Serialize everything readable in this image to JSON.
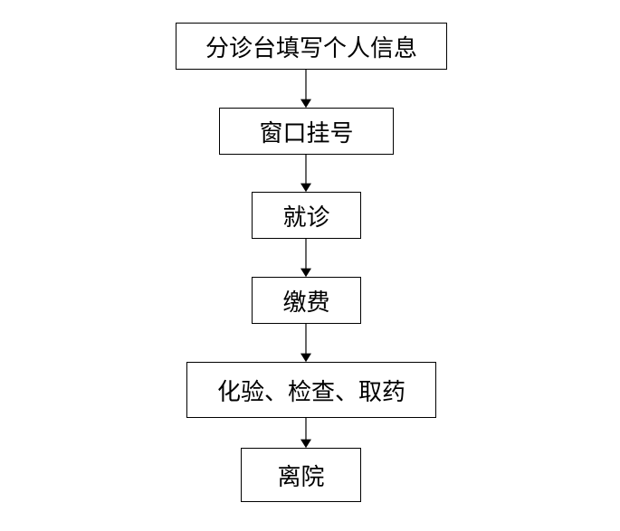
{
  "flowchart": {
    "steps": [
      {
        "label": "分诊台填写个人信息"
      },
      {
        "label": "窗口挂号"
      },
      {
        "label": "就诊"
      },
      {
        "label": "缴费"
      },
      {
        "label": "化验、检查、取药"
      },
      {
        "label": "离院"
      }
    ]
  }
}
